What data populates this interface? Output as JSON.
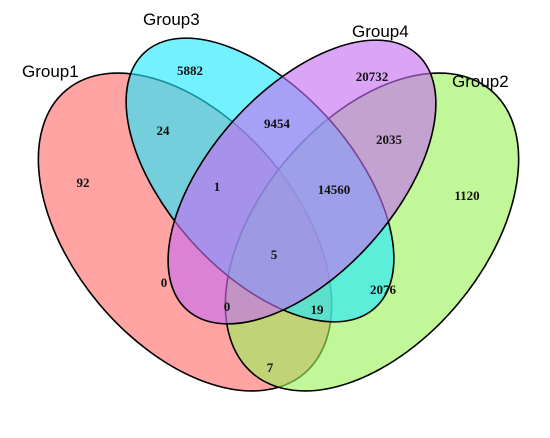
{
  "sets": [
    {
      "key": "g1",
      "name": "Group1",
      "color": "#ff6a6a"
    },
    {
      "key": "g2",
      "name": "Group2",
      "color": "#9bf05a"
    },
    {
      "key": "g3",
      "name": "Group3",
      "color": "#1ee8ff"
    },
    {
      "key": "g4",
      "name": "Group4",
      "color": "#c56ef2"
    }
  ],
  "regions": [
    {
      "sets": "g1",
      "value": "92"
    },
    {
      "sets": "g3",
      "value": "5882"
    },
    {
      "sets": "g4",
      "value": "20732"
    },
    {
      "sets": "g2",
      "value": "1120"
    },
    {
      "sets": "g1,g3",
      "value": "24"
    },
    {
      "sets": "g3,g4",
      "value": "9454"
    },
    {
      "sets": "g2,g4",
      "value": "2035"
    },
    {
      "sets": "g1,g3,g4",
      "value": "1"
    },
    {
      "sets": "g2,g3,g4",
      "value": "14560"
    },
    {
      "sets": "g1,g4",
      "value": "0"
    },
    {
      "sets": "g1,g2,g3,g4",
      "value": "5"
    },
    {
      "sets": "g2,g3",
      "value": "2076"
    },
    {
      "sets": "g1,g2,g4",
      "value": "0"
    },
    {
      "sets": "g1,g2,g3",
      "value": "19"
    },
    {
      "sets": "g1,g2",
      "value": "7"
    }
  ]
}
